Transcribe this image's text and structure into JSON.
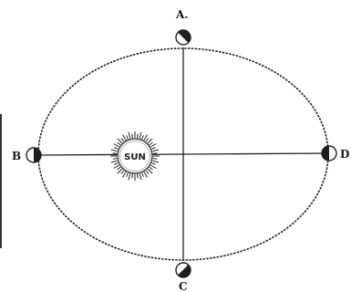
{
  "sun": {
    "label": "SUN"
  },
  "positions": [
    {
      "id": "A",
      "label": "A."
    },
    {
      "id": "B",
      "label": "B"
    },
    {
      "id": "C",
      "label": "C"
    },
    {
      "id": "D",
      "label": "D"
    }
  ]
}
